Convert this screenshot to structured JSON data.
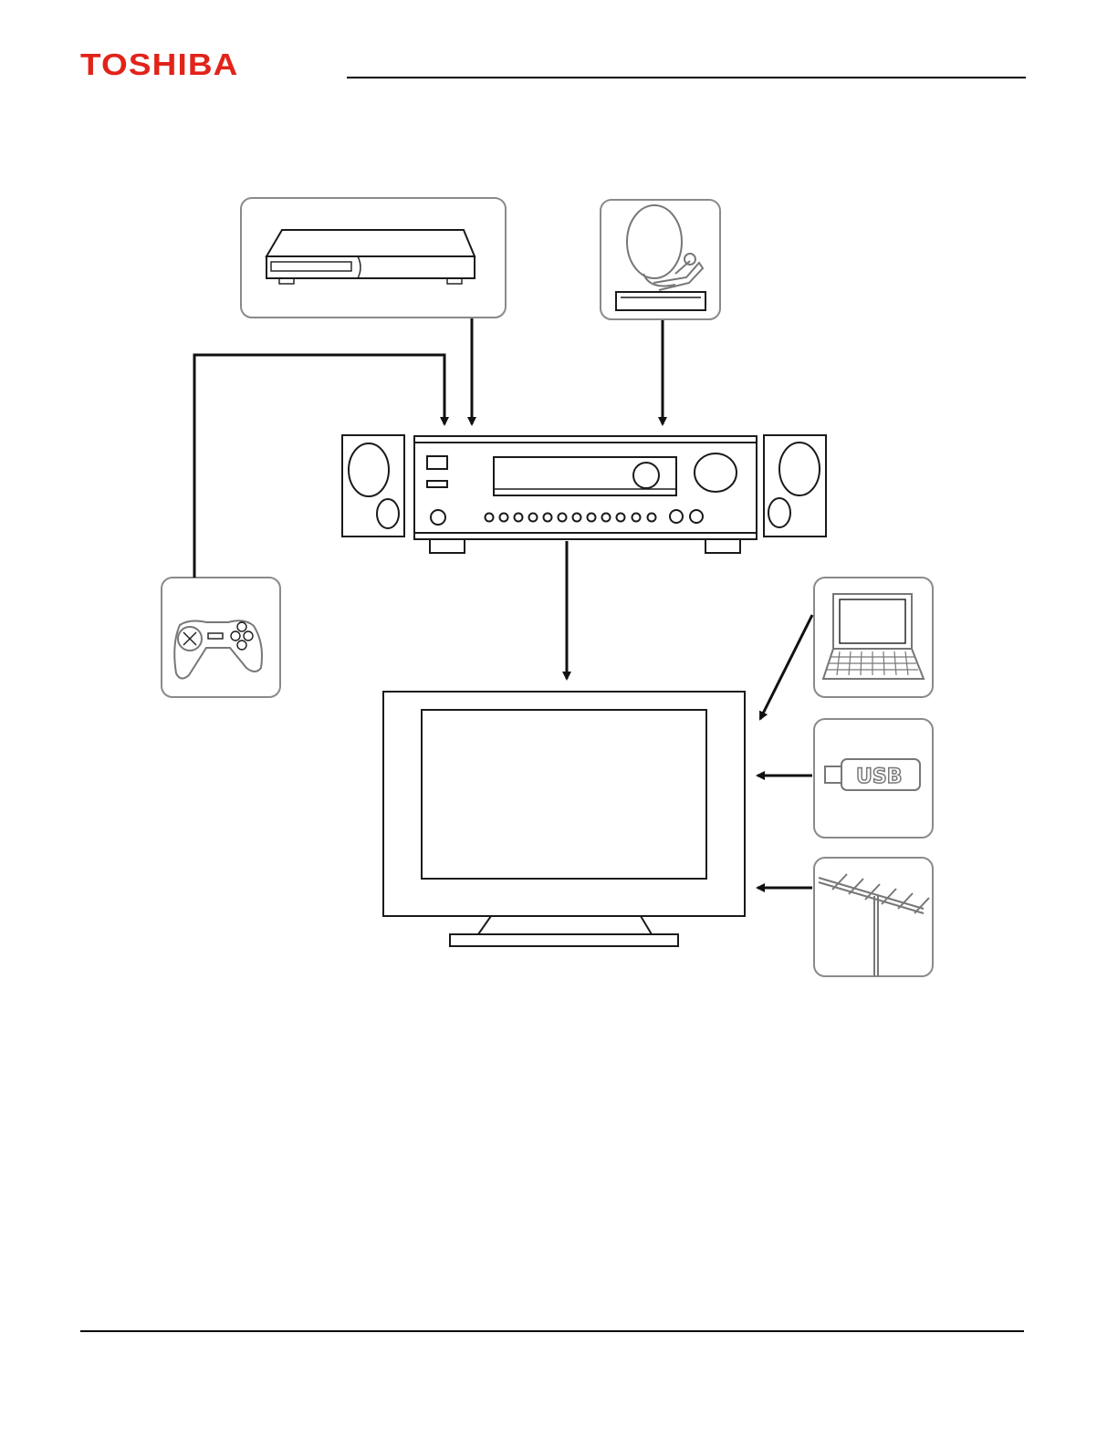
{
  "header": {
    "brand": "TOSHIBA",
    "brand_color": "#e2231a"
  },
  "diagram": {
    "devices": [
      {
        "name": "dvd-player",
        "icon": "dvd-player-icon"
      },
      {
        "name": "satellite-receiver",
        "icon": "satellite-dish-icon"
      },
      {
        "name": "game-console",
        "icon": "gamepad-icon"
      },
      {
        "name": "av-receiver",
        "icon": "av-receiver-icon"
      },
      {
        "name": "speakers",
        "icon": "speaker-icon"
      },
      {
        "name": "tv",
        "icon": "tv-icon"
      },
      {
        "name": "laptop",
        "icon": "laptop-icon"
      },
      {
        "name": "usb-drive",
        "icon": "usb-drive-icon"
      },
      {
        "name": "antenna",
        "icon": "antenna-icon"
      }
    ],
    "usb_label": "USB"
  }
}
